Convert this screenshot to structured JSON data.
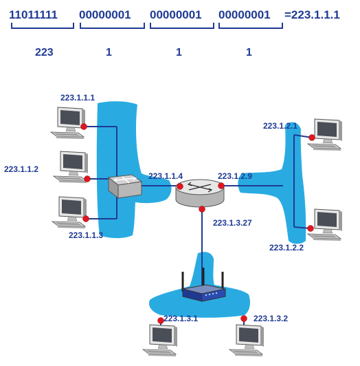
{
  "address": {
    "octets_binary": [
      "11011111",
      "00000001",
      "00000001",
      "00000001"
    ],
    "dotted": "=223.1.1.1",
    "octets_decimal": [
      "223",
      "1",
      "1",
      "1"
    ]
  },
  "hosts": {
    "h1": "223.1.1.1",
    "h2": "223.1.1.2",
    "h3": "223.1.1.3",
    "h4": "223.1.2.1",
    "h5": "223.1.2.2",
    "h6": "223.1.3.1",
    "h7": "223.1.3.2"
  },
  "router": {
    "if_left": "223.1.1.4",
    "if_right": "223.1.2.9",
    "if_bottom": "223.1.3.27"
  },
  "colors": {
    "text": "#1f3a93",
    "subnet": "#29abe2",
    "interface": "#e0161f"
  },
  "icons": {
    "host": "desktop-computer-icon",
    "switch": "ethernet-switch-icon",
    "router": "router-icon",
    "ap": "wireless-access-point-icon"
  }
}
